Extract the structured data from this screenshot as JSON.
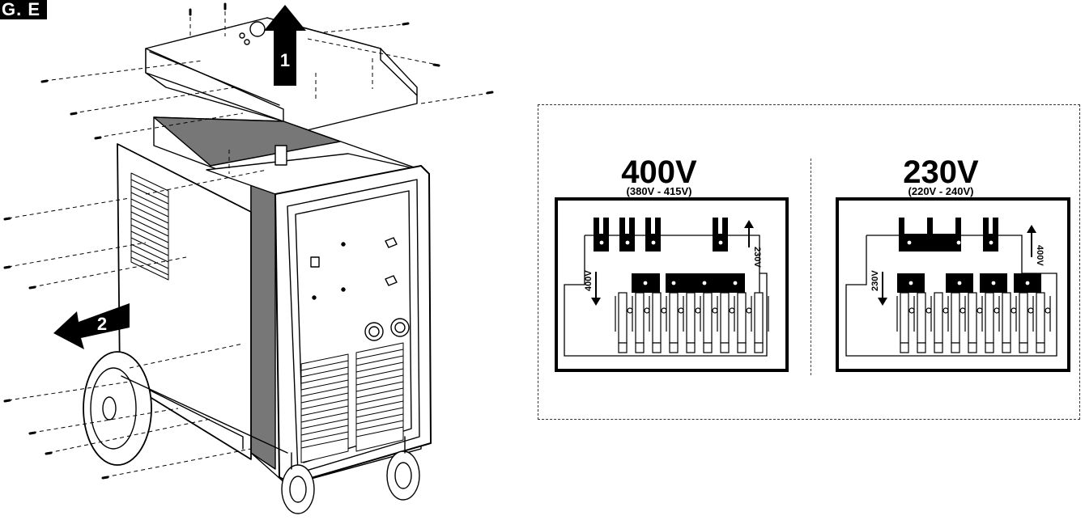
{
  "figure": {
    "label": "G. E"
  },
  "arrows": {
    "step1": "1",
    "step2": "2"
  },
  "panels": [
    {
      "voltage": "400V",
      "range": "(380V - 415V)",
      "arrow_up_label": "230V",
      "arrow_down_label": "400V"
    },
    {
      "voltage": "230V",
      "range": "(220V - 240V)",
      "arrow_up_label": "400V",
      "arrow_down_label": "230V"
    }
  ],
  "colors": {
    "ink": "#000000",
    "panel_fill": "#666666",
    "paper": "#ffffff"
  }
}
